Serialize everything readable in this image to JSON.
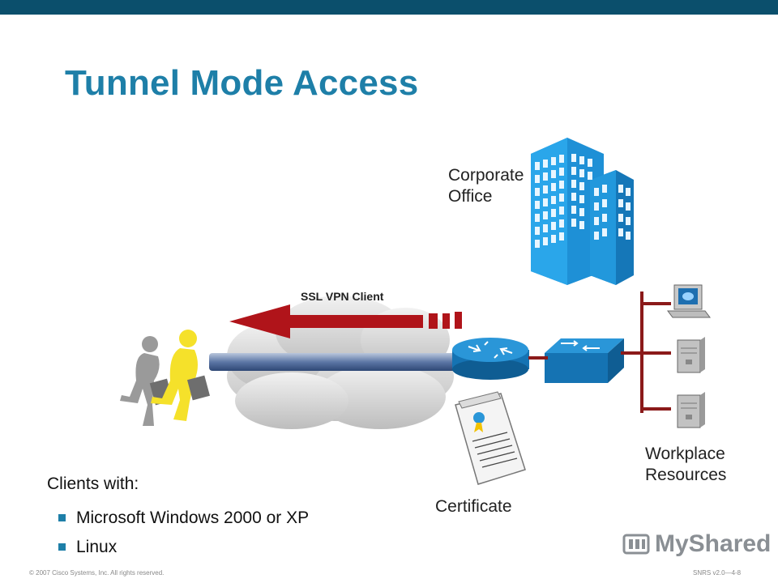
{
  "slide": {
    "title": "Tunnel Mode Access",
    "labels": {
      "corporate_line1": "Corporate",
      "corporate_line2": "Office",
      "ssl_vpn_client": "SSL VPN Client",
      "workplace_line1": "Workplace",
      "workplace_line2": "Resources",
      "certificate": "Certificate"
    },
    "clients": {
      "heading": "Clients with:",
      "items": [
        "Microsoft Windows 2000 or XP",
        "Linux"
      ]
    },
    "footer": {
      "copyright": "© 2007 Cisco Systems, Inc. All rights reserved.",
      "course": "SNRS v2.0—4-8"
    },
    "logo_text": "MyShared"
  },
  "colors": {
    "topbar": "#0b4f6c",
    "title": "#1e7fa8",
    "arrow": "#b0141a",
    "building": "#1e90d6",
    "device": "#1a86c7",
    "lines": "#8b1a1a"
  },
  "icons": [
    "building-icon",
    "cloud-icon",
    "router-icon",
    "switch-icon",
    "pc-icon",
    "server-icon",
    "certificate-icon",
    "user-icon",
    "myshared-logo-icon"
  ]
}
